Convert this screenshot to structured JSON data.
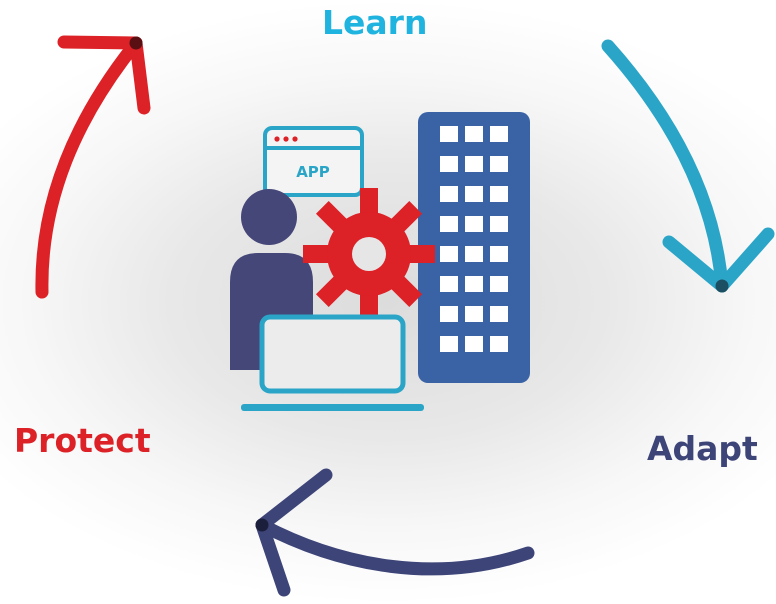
{
  "labels": {
    "learn": "Learn",
    "adapt": "Adapt",
    "protect": "Protect"
  },
  "center": {
    "app_window_text": "APP"
  },
  "colors": {
    "learn": "#1fb3e0",
    "adapt": "#3d4478",
    "protect": "#dc2127",
    "arrow_top_right": "#2aa5c7",
    "arrow_bottom": "#3d4478",
    "arrow_top_left": "#dc2127",
    "person": "#454779",
    "gear": "#dc2127",
    "building": "#3a63a6",
    "outline": "#2aa5c7"
  }
}
